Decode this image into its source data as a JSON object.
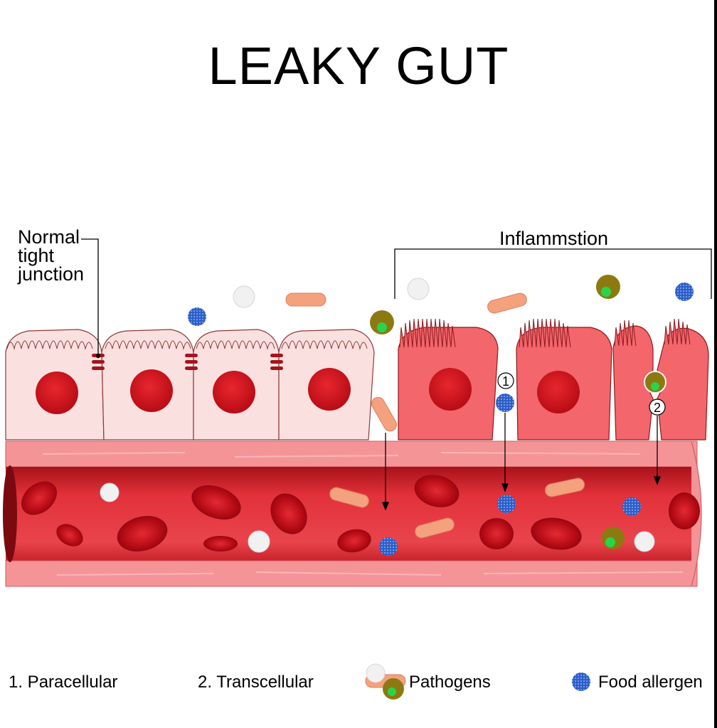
{
  "title": "LEAKY GUT",
  "labels": {
    "normal_line1": "Normal",
    "normal_line2": "tight",
    "normal_line3": "junction",
    "inflammation": "Inflammstion",
    "route1_marker": "1",
    "route2_marker": "2"
  },
  "legend": {
    "paracellular": "1. Paracellular",
    "transcellular": "2. Transcellular",
    "pathogens": "Pathogens",
    "food_allergen": "Food allergen"
  },
  "colors": {
    "healthy_cell": "#fbe0e0",
    "inflamed_cell": "#f3666b",
    "nucleus": "#d4141e",
    "vessel_wall": "#f59497",
    "blood": "#e2313a",
    "red_blood_cell": "#b30a14",
    "tight_junction": "#a3151c",
    "bacterium": "#f4a17e",
    "virus_outer": "#8c7a10",
    "virus_inner": "#29d44c",
    "allergen": "#2c5ec9",
    "white_particle": "#f1f1f1"
  }
}
